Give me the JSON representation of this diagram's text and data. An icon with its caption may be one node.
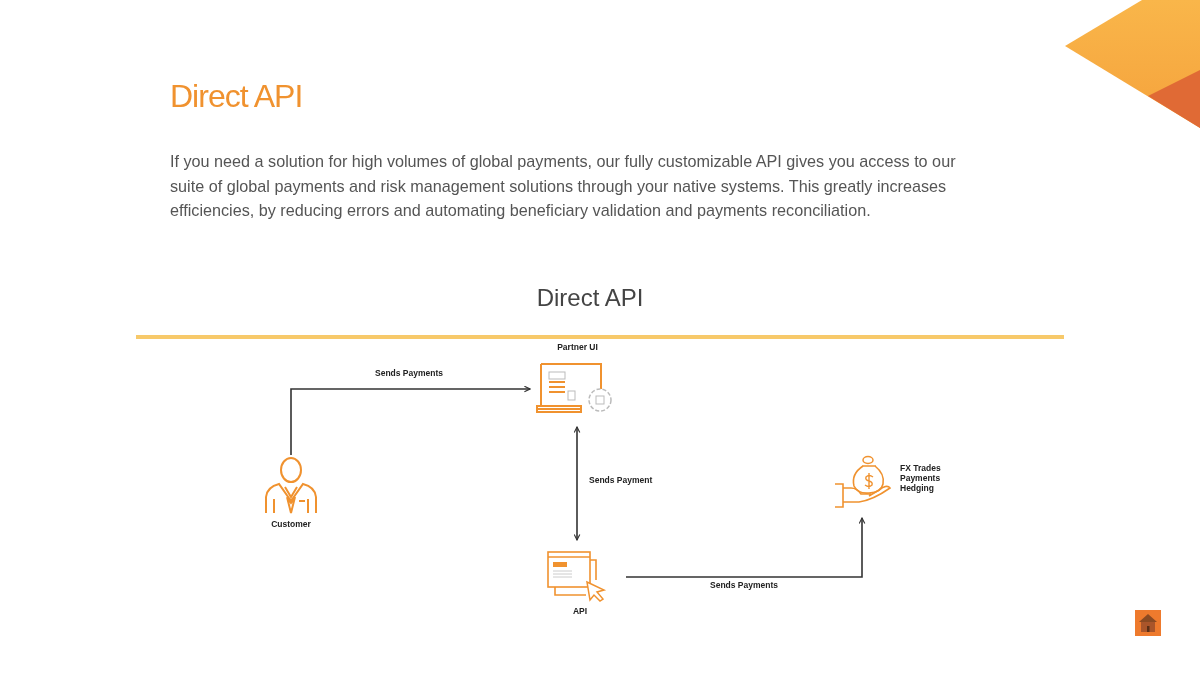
{
  "diagram": {
    "title": "Direct API",
    "nodes": [
      {
        "text": [
          "Partner UI"
        ]
      },
      {
        "text": [
          "Customer"
        ]
      },
      {
        "text": [
          "API"
        ]
      },
      {
        "text": [
          "FX Trades Payments Hedging"
        ]
      }
    ],
    "edges": [
      {
        "from": 1,
        "to": 0,
        "arrow": "to",
        "label": "Sends Payments"
      },
      {
        "from": 0,
        "to": 2,
        "arrow": "both",
        "label": "Sends Payment"
      },
      {
        "from": 2,
        "to": 3,
        "arrow": "to",
        "label": "Sends Payments"
      }
    ],
    "labels": [
      "If you need a solution for high volumes of global payments, our fully customizable API gives you access to our suite of global payments and risk management solutions through your native systems. This greatly increases efficiencies, by reducing errors and automating beneficiary validation and payments reconciliation.",
      "Direct API"
    ]
  }
}
